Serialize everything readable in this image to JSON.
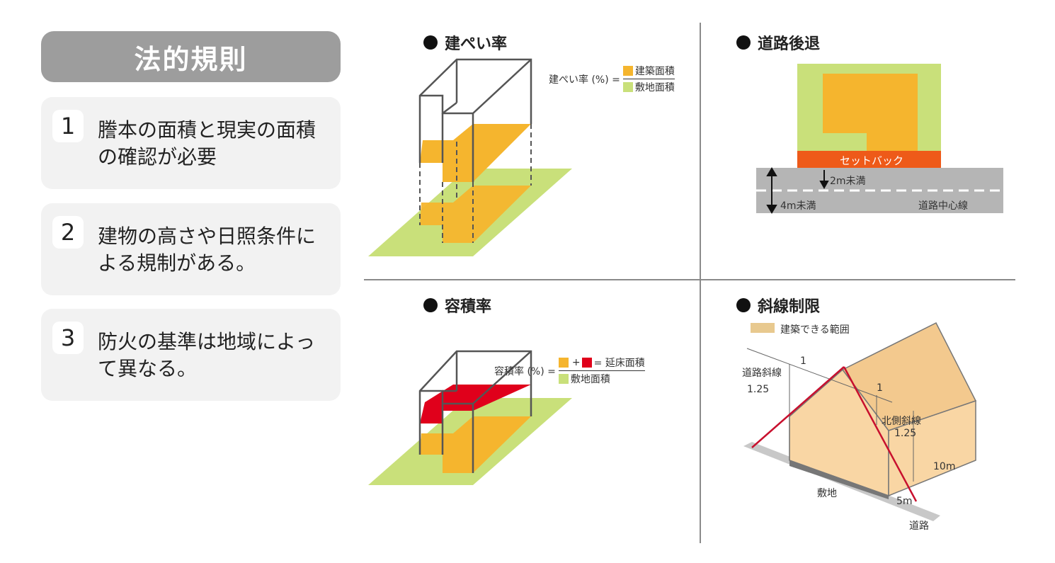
{
  "left": {
    "title": "法的規則",
    "items": [
      {
        "num": "1",
        "text": "謄本の面積と現実の面積の確認が必要"
      },
      {
        "num": "2",
        "text": "建物の高さや日照条件による規制がある。"
      },
      {
        "num": "3",
        "text": "防火の基準は地域によって異なる。"
      }
    ]
  },
  "kenpei": {
    "title": "建ぺい率",
    "formula_left": "建ぺい率 (%) =",
    "numerator": "建築面積",
    "denominator": "敷地面積"
  },
  "setback": {
    "title": "道路後退",
    "band_label": "セットバック",
    "under2": "2m未満",
    "under4": "4m未満",
    "centerline": "道路中心線"
  },
  "yoseki": {
    "title": "容積率",
    "formula_left": "容積率 (%) =",
    "plus": "+",
    "numerator_tail": "= 延床面積",
    "denominator": "敷地面積"
  },
  "shasen": {
    "title": "斜線制限",
    "legend": "建築できる範囲",
    "road_slope_label": "道路斜線",
    "road_slope_value": "1.25",
    "one_a": "1",
    "one_b": "1",
    "north_label": "北側斜線",
    "north_value": "1.25",
    "ten_m": "10m",
    "five_m": "5m",
    "site": "敷地",
    "road": "道路"
  },
  "colors": {
    "orange": "#f5b52e",
    "green": "#c9e07a",
    "red": "#e0001b",
    "setback": "#ee5a19",
    "gray_road": "#b5b5b5",
    "beige": "#f9d6a4",
    "card_bg": "#f2f2f2",
    "title_bg": "#9d9d9d"
  }
}
